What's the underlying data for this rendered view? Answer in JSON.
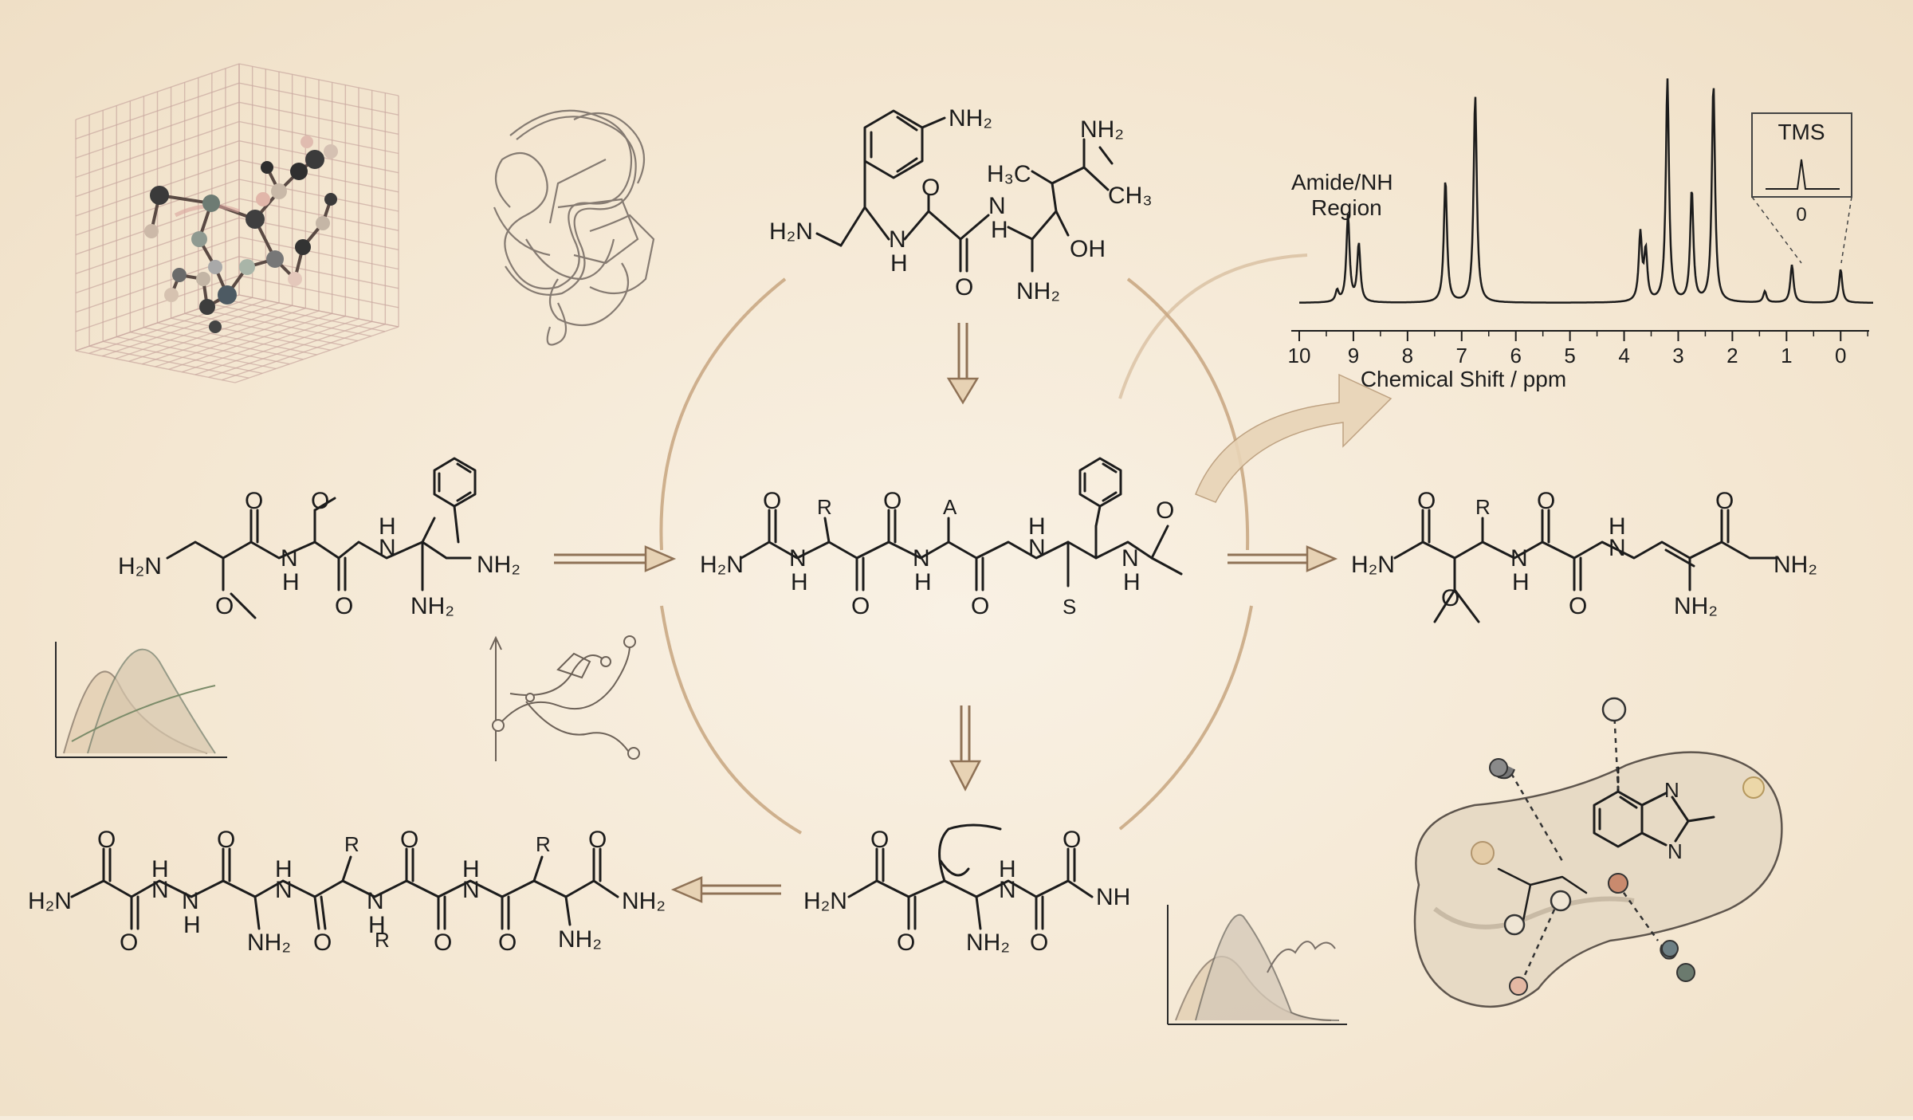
{
  "nmr": {
    "region_label_line1": "Amide/NH",
    "region_label_line2": "Region",
    "tms_label": "TMS",
    "tms_zero": "0",
    "xlabel": "Chemical Shift / ppm",
    "ticks": [
      "10",
      "9",
      "8",
      "7",
      "6",
      "5",
      "4",
      "3",
      "2",
      "1",
      "0"
    ]
  },
  "chart_data": {
    "type": "line",
    "title": "",
    "xlabel": "Chemical Shift / ppm",
    "ylabel": "",
    "xlim": [
      10,
      -0.6
    ],
    "x_reversed": true,
    "annotations": [
      "Amide/NH Region",
      "TMS"
    ],
    "peaks": [
      {
        "ppm": 9.1,
        "height": 0.39
      },
      {
        "ppm": 8.9,
        "height": 0.26
      },
      {
        "ppm": 9.3,
        "height": 0.05
      },
      {
        "ppm": 7.3,
        "height": 0.55
      },
      {
        "ppm": 6.75,
        "height": 0.93
      },
      {
        "ppm": 3.7,
        "height": 0.3
      },
      {
        "ppm": 3.6,
        "height": 0.22
      },
      {
        "ppm": 3.2,
        "height": 1.0
      },
      {
        "ppm": 2.75,
        "height": 0.5
      },
      {
        "ppm": 2.35,
        "height": 0.98
      },
      {
        "ppm": 1.4,
        "height": 0.05
      },
      {
        "ppm": 0.9,
        "height": 0.17
      },
      {
        "ppm": 0.0,
        "height": 0.15
      }
    ]
  },
  "labels": {
    "nh2": "NH₂",
    "h2n": "H₂N",
    "n": "N",
    "h": "H",
    "o": "O",
    "r": "R",
    "s": "S",
    "oh": "OH",
    "nh": "NH",
    "a": "A",
    "h3c": "H₃C",
    "ch3": "CH₃"
  },
  "colors": {
    "background": "#f6ecdc",
    "ink": "#1c1c1c",
    "cycle_arc": "#c7a57f",
    "arrow_fill": "#e7d2b4"
  }
}
